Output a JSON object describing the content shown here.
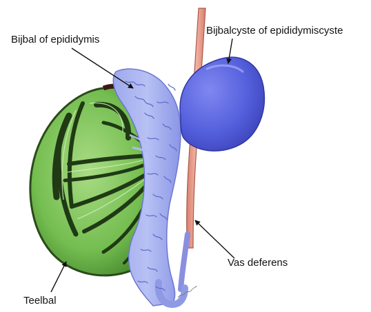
{
  "labels": {
    "epididymis": "Bijbal of epididymis",
    "cyst": "Bijbalcyste of epididymiscyste",
    "vas_deferens": "Vas deferens",
    "testis": "Teelbal"
  },
  "colors": {
    "testis_fill": "#7cc35a",
    "testis_dark": "#1f3a14",
    "epididymis_fill": "#a9b4ef",
    "cyst_fill": "#5a64e0",
    "vas_fill": "#f0a090",
    "arrow": "#111111"
  }
}
